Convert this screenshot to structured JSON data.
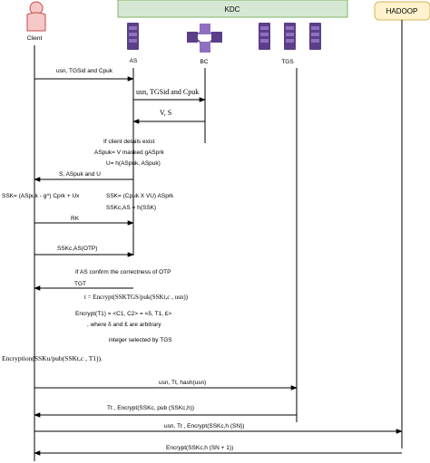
{
  "boxes": {
    "kdc": {
      "label": "KDC",
      "fill": "#d5e8d4",
      "stroke": "#82b366"
    },
    "hadoop": {
      "label": "HADOOP",
      "fill": "#fff2cc",
      "stroke": "#d6b656"
    }
  },
  "actors": {
    "client": "Client",
    "as": "AS",
    "bc": "BC",
    "tgs": "TGS"
  },
  "colors": {
    "server_dark": "#5b3f88",
    "server_light": "#8f6fc1",
    "server_led": "#c9b6e6",
    "person_fill": "#f6c8c8",
    "person_stroke": "#c74b4b"
  },
  "messages": {
    "m1": "usn, TGSid and Cpuk",
    "m2": "usn, TGSid and Cpuk",
    "m3": "V, S",
    "note_as1": "If client details exist",
    "note_as2": "ASpuk= V masked gASprk",
    "note_as3": "U= h(ASpuk, ASpuk)",
    "m4": "S, ASpuk and U",
    "ssk_client": "SSK= (ASpuk - g^) Cprk + Ux",
    "ssk_as1": "SSK= (Cpuk X VU) ASprk",
    "ssk_as2": "SSKc,AS = h(SSK)",
    "m5": "RK",
    "m6": "SSKc,AS(OTP)",
    "note_otp": "If AS confirm the correctness of OTP",
    "m7": "TGT",
    "tgt1": "t = Encrypt(SSKTGS/puk(SSKt,c , usn))",
    "tgt2": "Encrypt(T1) = <C1, C2> = <δ, T1, £>",
    "tgt3": ", where δ and £ are arbitrary",
    "tgt4": "integer selected by TGS",
    "client_enc": "Encryption(SSKu/pub(SSKt,c , T1)).",
    "m8": "usn, Tt, hash(usn)",
    "m9": "Tt , Encrypt(SSKc, pub (SSKc,h))",
    "m10": "usn, Tt , Encrypt(SSKc,h (SN))",
    "m11": "Encrypt(SSKc,h (SN + 1))"
  }
}
